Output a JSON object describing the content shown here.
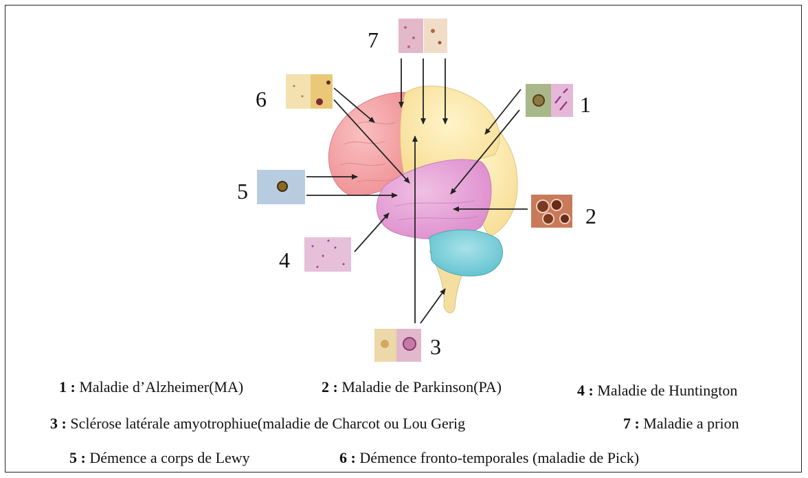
{
  "markers": {
    "m1": "1",
    "m2": "2",
    "m3": "3",
    "m4": "4",
    "m5": "5",
    "m6": "6",
    "m7": "7"
  },
  "legend": {
    "row1": [
      {
        "num": "1 :",
        "text": "Maladie d’Alzheimer(MA)"
      },
      {
        "num": "2 :",
        "text": "Maladie de Parkinson(PA)"
      },
      {
        "num": "4 :",
        "text": "Maladie de Huntington"
      }
    ],
    "row2": [
      {
        "num": "3 :",
        "text": "Sclérose latérale amyotrophiue(maladie de Charcot ou Lou Gerig"
      },
      {
        "num": "7 :",
        "text": "Maladie a prion"
      }
    ],
    "row3": [
      {
        "num": "5 :",
        "text": "Démence a corps de Lewy"
      },
      {
        "num": "6 :",
        "text": "Démence fronto-temporales (maladie de Pick)"
      }
    ]
  },
  "colors": {
    "frontal": "#f4a6a8",
    "parietal": "#fbe7a8",
    "temporal": "#e7a6d8",
    "cerebellum": "#7ccfd9",
    "brainstem": "#f6e3a0",
    "occipital": "#f3e6a4"
  }
}
